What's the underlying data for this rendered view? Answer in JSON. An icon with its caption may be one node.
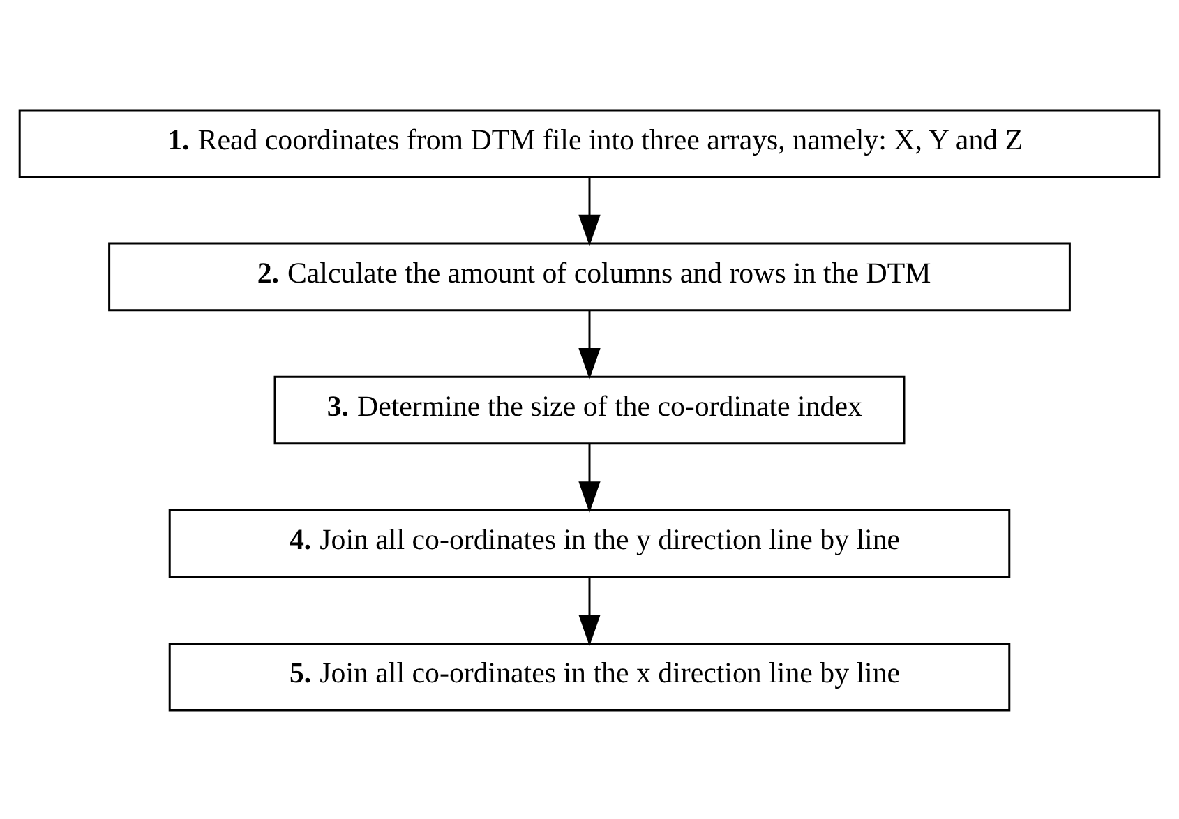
{
  "diagram": {
    "nodes": [
      {
        "text": [
          "**1.** Read coordinates from DTM file into three arrays, namely: X, Y and Z"
        ]
      },
      {
        "text": [
          "**2.** Calculate the amount of columns and rows in the DTM"
        ]
      },
      {
        "text": [
          "**3.** Determine the size of the co-ordinate index"
        ]
      },
      {
        "text": [
          "**4.** Join all co-ordinates in the y direction line by line"
        ]
      },
      {
        "text": [
          "**5.** Join all co-ordinates in the x direction line by line"
        ]
      }
    ],
    "edges": [
      {
        "from": 0,
        "to": 1,
        "arrow": "to"
      },
      {
        "from": 1,
        "to": 2,
        "arrow": "to"
      },
      {
        "from": 2,
        "to": 3,
        "arrow": "to"
      },
      {
        "from": 3,
        "to": 4,
        "arrow": "to"
      }
    ]
  }
}
